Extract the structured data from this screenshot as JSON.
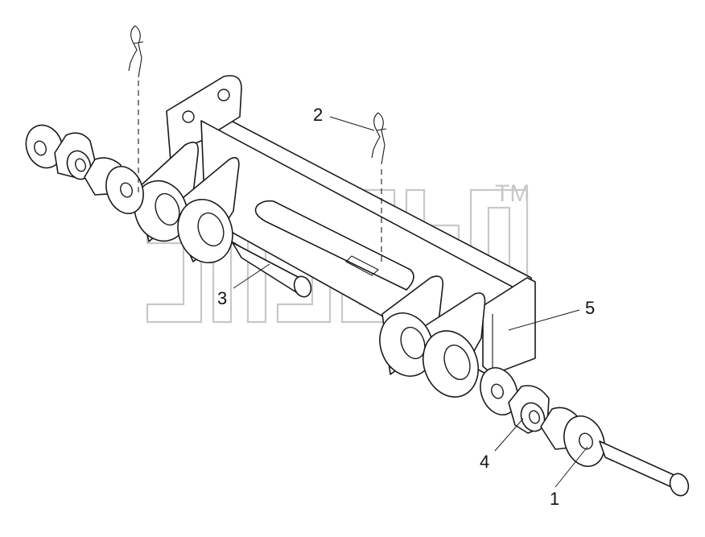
{
  "diagram": {
    "callouts": [
      {
        "id": "1",
        "label": "1"
      },
      {
        "id": "2",
        "label": "2"
      },
      {
        "id": "3",
        "label": "3"
      },
      {
        "id": "4",
        "label": "4"
      },
      {
        "id": "5",
        "label": "5"
      }
    ],
    "watermark": {
      "text": "TM",
      "color": "#c8c8c8"
    },
    "colors": {
      "line": "#1a1a1a",
      "background": "#ffffff",
      "watermark": "#c8c8c8"
    }
  }
}
